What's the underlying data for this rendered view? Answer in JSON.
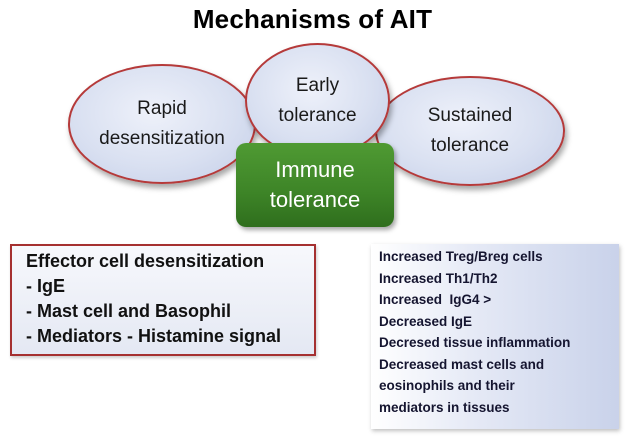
{
  "title": "Mechanisms of AIT",
  "ellipses": {
    "rapid": "Rapid\ndesensitization",
    "early": "Early\ntolerance",
    "sustained": "Sustained\ntolerance"
  },
  "center": "Immune\ntolerance",
  "effector_box": {
    "heading": "Effector cell desensitization",
    "items": [
      "- IgE",
      "- Mast cell and Basophil",
      "- Mediators - Histamine signal"
    ]
  },
  "outcomes_box": {
    "items": [
      "Increased Treg/Breg cells",
      "Increased Th1/Th2",
      "Increased  IgG4 >",
      "Decreased IgE",
      "Decresed tissue inflammation",
      "Decreased mast cells and",
      "eosinophils and their",
      "mediators in tissues"
    ]
  }
}
